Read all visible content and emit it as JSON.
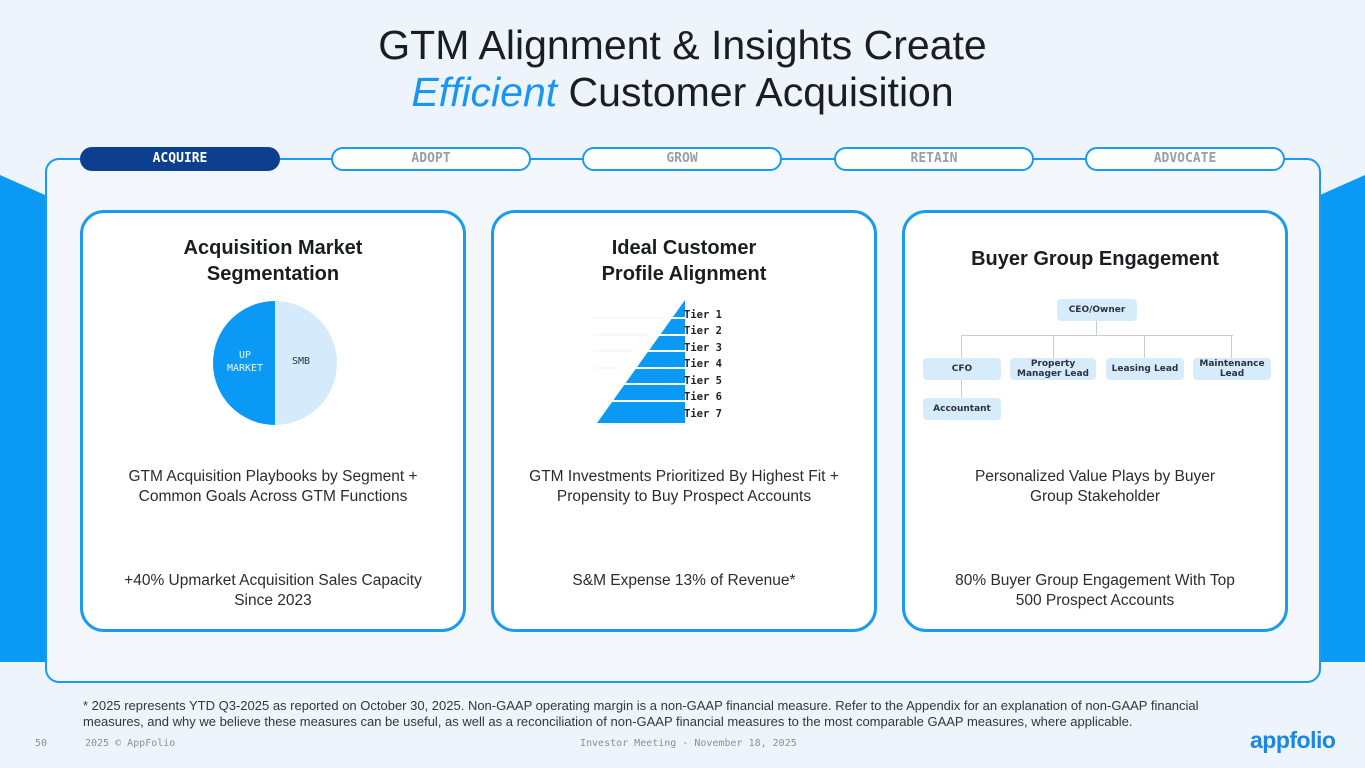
{
  "title": {
    "line1": "GTM Alignment & Insights Create",
    "emphasis": "Efficient",
    "line2_rest": " Customer Acquisition"
  },
  "stages": [
    {
      "label": "ACQUIRE",
      "active": true
    },
    {
      "label": "ADOPT"
    },
    {
      "label": "GROW"
    },
    {
      "label": "RETAIN"
    },
    {
      "label": "ADVOCATE"
    }
  ],
  "cards": [
    {
      "title": "Acquisition Market Segmentation",
      "title_l1": "Acquisition Market",
      "title_l2": "Segmentation",
      "pie": {
        "left_l1": "UP",
        "left_l2": "MARKET",
        "right": "SMB"
      },
      "desc": "GTM Acquisition Playbooks by Segment + Common Goals Across GTM Functions",
      "stat": "+40% Upmarket Acquisition Sales Capacity Since 2023"
    },
    {
      "title_l1": "Ideal Customer",
      "title_l2": "Profile Alignment",
      "tiers": [
        "Tier 1",
        "Tier 2",
        "Tier 3",
        "Tier 4",
        "Tier 5",
        "Tier 6",
        "Tier 7"
      ],
      "desc": "GTM Investments Prioritized By Highest Fit + Propensity to Buy Prospect Accounts",
      "stat": "S&M Expense 13% of Revenue*"
    },
    {
      "title_l1": "Buyer Group Engagement",
      "org": {
        "root": "CEO/Owner",
        "cfo": "CFO",
        "pm": "Property Manager Lead",
        "leasing": "Leasing Lead",
        "maint": "Maintenance Lead",
        "accountant": "Accountant"
      },
      "desc": "Personalized Value Plays by Buyer Group Stakeholder",
      "stat": "80% Buyer Group Engagement With Top 500 Prospect Accounts"
    }
  ],
  "footnote": "* 2025 represents YTD Q3-2025 as reported on October 30, 2025. Non-GAAP operating margin is a non-GAAP financial measure. Refer to the Appendix for an explanation of non-GAAP financial measures, and why we believe these measures can be useful, as well as a reconciliation of non-GAAP financial measures to the most comparable GAAP measures, where applicable.",
  "footer": {
    "page": "50",
    "copyright": "2025 © AppFolio",
    "event": "Investor Meeting - November 18, 2025",
    "logo": "appfolio"
  },
  "colors": {
    "accent": "#1a9bf0",
    "active_stage": "#0c3f8f",
    "light": "#d7ecfb"
  }
}
